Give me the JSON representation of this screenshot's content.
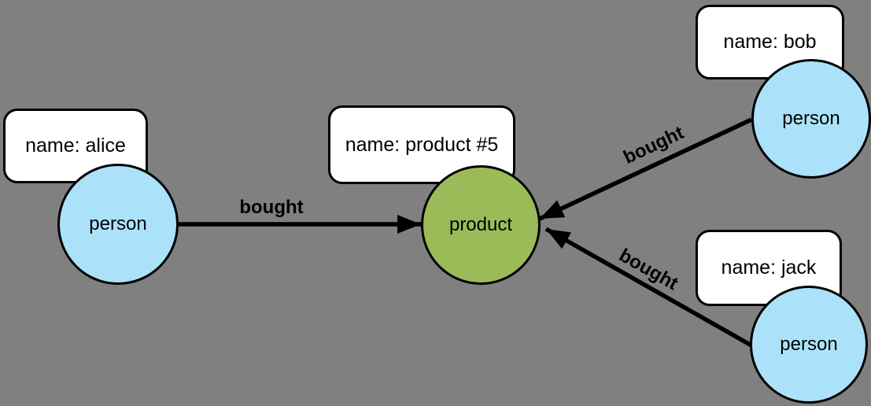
{
  "diagram": {
    "kind": "property-graph",
    "background": "#808080"
  },
  "colors": {
    "background": "#808080",
    "person_node_fill": "#ace1fa",
    "product_node_fill": "#9bbb59",
    "node_border": "#000000",
    "property_box_fill": "#ffffff",
    "property_box_border": "#000000",
    "edge": "#000000",
    "text": "#000000"
  },
  "nodes": {
    "alice": {
      "label": "person",
      "property": "name: alice"
    },
    "product": {
      "label": "product",
      "property": "name: product #5"
    },
    "bob": {
      "label": "person",
      "property": "name: bob"
    },
    "jack": {
      "label": "person",
      "property": "name: jack"
    }
  },
  "edges": {
    "alice_to_product": {
      "label": "bought",
      "from": "alice",
      "to": "product",
      "direction": "arrow-into-product"
    },
    "bob_to_product": {
      "label": "bought",
      "from": "bob",
      "to": "product",
      "direction": "arrow-into-product"
    },
    "jack_to_product": {
      "label": "bought",
      "from": "jack",
      "to": "product",
      "direction": "arrow-into-product"
    }
  }
}
